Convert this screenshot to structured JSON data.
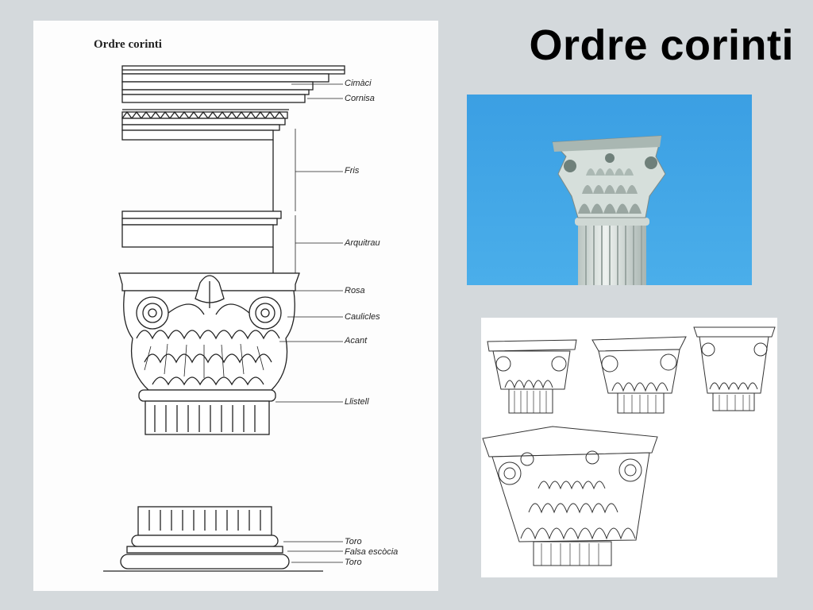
{
  "slide": {
    "title": "Ordre corinti"
  },
  "diagram": {
    "heading": "Ordre corinti",
    "labels": [
      {
        "id": "cimaci",
        "text": "Cimàci"
      },
      {
        "id": "cornisa",
        "text": "Cornisa"
      },
      {
        "id": "fris",
        "text": "Fris"
      },
      {
        "id": "arquitrau",
        "text": "Arquitrau"
      },
      {
        "id": "rosa",
        "text": "Rosa"
      },
      {
        "id": "caulicles",
        "text": "Caulicles"
      },
      {
        "id": "acant",
        "text": "Acant"
      },
      {
        "id": "llistell",
        "text": "Llistell"
      },
      {
        "id": "toro-top",
        "text": "Toro"
      },
      {
        "id": "falsa-escocia",
        "text": "Falsa escòcia"
      },
      {
        "id": "toro-bottom",
        "text": "Toro"
      }
    ]
  },
  "images": {
    "photo": {
      "sky_color": "#3fa4e6",
      "stone_color": "#dfe6e4"
    },
    "engravings": {
      "count": 4
    }
  }
}
